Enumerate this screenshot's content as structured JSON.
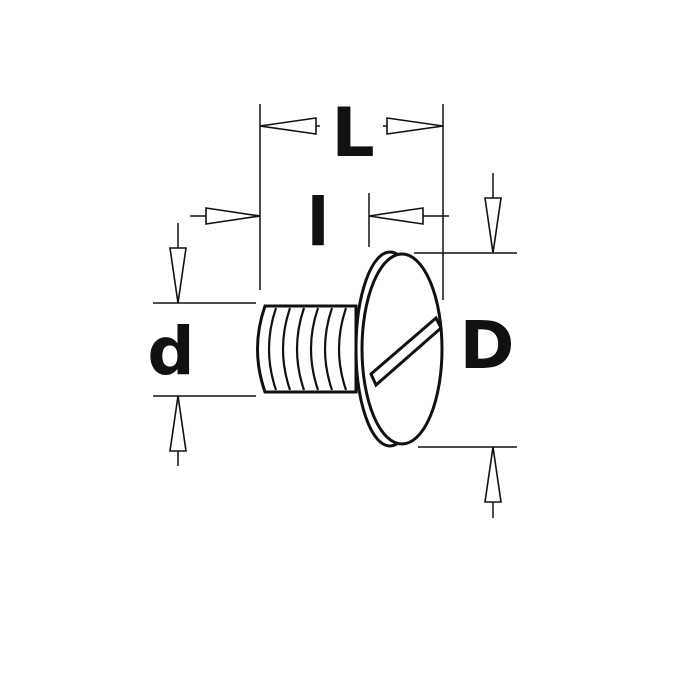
{
  "labels": {
    "overall_length": "L",
    "thread_length": "l",
    "thread_diameter": "d",
    "head_diameter": "D"
  },
  "colors": {
    "line": "#111111",
    "background": "#ffffff"
  }
}
